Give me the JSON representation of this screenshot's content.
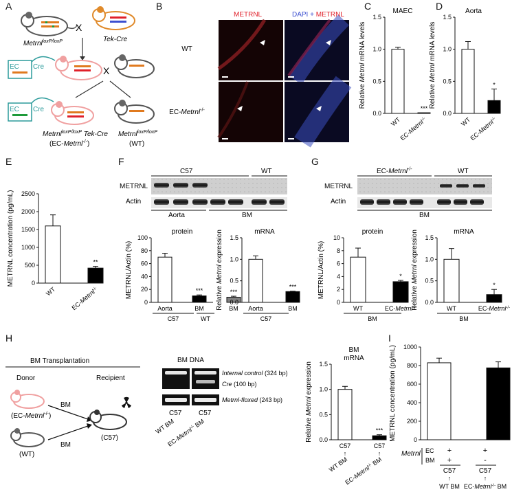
{
  "panel_letters": [
    "A",
    "B",
    "C",
    "D",
    "E",
    "F",
    "G",
    "H",
    "I"
  ],
  "panelA": {
    "mouse1": [
      "Metrnl",
      "loxP/loxP"
    ],
    "cross": "X",
    "mouse2": "Tek-Cre",
    "ec": "EC",
    "cre": "Cre",
    "cross2": "X",
    "label_left": [
      "Metrnl",
      "loxP/loxP",
      " Tek-Cre"
    ],
    "label_left2": [
      "(EC-",
      "Metrnl",
      "-/-",
      ")"
    ],
    "label_right": [
      "Metrnl",
      "loxP/loxP"
    ],
    "label_right2": "(WT)"
  },
  "panelB": {
    "col1": "METRNL",
    "col2_a": "DAPI + ",
    "col2_b": "METRNL",
    "row1": "WT",
    "row2": [
      "EC-",
      "Metrnl",
      "-/-"
    ]
  },
  "chart_data": [
    {
      "panel": "C",
      "type": "bar",
      "title": "MAEC",
      "ylabel": [
        "Relative ",
        "Metrnl",
        " mRNA levels"
      ],
      "categories": [
        "WT",
        "EC-Metrnl-/-"
      ],
      "values": [
        1.0,
        0.01
      ],
      "errors": [
        0.03,
        0.0
      ],
      "sig": [
        "",
        "***"
      ],
      "ylim": [
        0,
        1.5
      ],
      "yticks": [
        "0.0",
        "0.5",
        "1.0",
        "1.5"
      ],
      "fills": [
        "#ffffff",
        "#000000"
      ]
    },
    {
      "panel": "D",
      "type": "bar",
      "title": "Aorta",
      "ylabel": [
        "Relative ",
        "Metrnl",
        " mRNA levels"
      ],
      "categories": [
        "WT",
        "EC-Metrnl-/-"
      ],
      "values": [
        1.0,
        0.2
      ],
      "errors": [
        0.12,
        0.18
      ],
      "sig": [
        "",
        "*"
      ],
      "ylim": [
        0,
        1.5
      ],
      "yticks": [
        "0.0",
        "0.5",
        "1.0",
        "1.5"
      ],
      "fills": [
        "#ffffff",
        "#000000"
      ]
    },
    {
      "panel": "E",
      "type": "bar",
      "title": "",
      "ylabel": [
        "METRNL concentration (pg/mL)"
      ],
      "categories": [
        "WT",
        "EC-Metrnl-/-"
      ],
      "values": [
        1600,
        420
      ],
      "errors": [
        310,
        50
      ],
      "sig": [
        "",
        "**"
      ],
      "ylim": [
        0,
        2500
      ],
      "yticks": [
        "0",
        "500",
        "1000",
        "1500",
        "2000",
        "2500"
      ],
      "fills": [
        "#ffffff",
        "#000000"
      ]
    },
    {
      "panel": "F1",
      "type": "bar",
      "title": "protein",
      "ylabel": [
        "METRNL/Actin (%)"
      ],
      "categories": [
        "Aorta",
        "BM",
        "BM"
      ],
      "values": [
        70,
        10,
        8
      ],
      "errors": [
        6,
        1.5,
        1.5
      ],
      "sig": [
        "",
        "***",
        "***"
      ],
      "ylim": [
        0,
        100
      ],
      "yticks": [
        "0",
        "20",
        "40",
        "60",
        "80",
        "100"
      ],
      "fills": [
        "#ffffff",
        "#000000",
        "#808080"
      ]
    },
    {
      "panel": "F2",
      "type": "bar",
      "title": "mRNA",
      "ylabel": [
        "Relative ",
        "Metrnl",
        " expression"
      ],
      "categories": [
        "Aorta",
        "BM"
      ],
      "values": [
        1.0,
        0.25
      ],
      "errors": [
        0.08,
        0.01
      ],
      "sig": [
        "",
        "***"
      ],
      "ylim": [
        0,
        1.5
      ],
      "yticks": [
        "0.0",
        "0.5",
        "1.0",
        "1.5"
      ],
      "fills": [
        "#ffffff",
        "#000000"
      ]
    },
    {
      "panel": "G1",
      "type": "bar",
      "title": "protein",
      "ylabel": [
        "METRNL/Actin (%)"
      ],
      "categories": [
        "WT",
        "EC-Metrnl-/-"
      ],
      "values": [
        7.0,
        3.2
      ],
      "errors": [
        1.4,
        0.2
      ],
      "sig": [
        "",
        "*"
      ],
      "ylim": [
        0,
        10
      ],
      "yticks": [
        "0",
        "2",
        "4",
        "6",
        "8",
        "10"
      ],
      "fills": [
        "#ffffff",
        "#000000"
      ]
    },
    {
      "panel": "G2",
      "type": "bar",
      "title": "mRNA",
      "ylabel": [
        "Relative ",
        "Metrnl",
        " expression"
      ],
      "categories": [
        "WT",
        "EC-Metrnl-/-"
      ],
      "values": [
        1.0,
        0.18
      ],
      "errors": [
        0.25,
        0.12
      ],
      "sig": [
        "",
        "*"
      ],
      "ylim": [
        0,
        1.5
      ],
      "yticks": [
        "0.0",
        "0.5",
        "1.0",
        "1.5"
      ],
      "fills": [
        "#ffffff",
        "#000000"
      ]
    },
    {
      "panel": "H",
      "type": "bar",
      "title": "BM mRNA",
      "ylabel": [
        "Relative ",
        "Metrnl",
        " expression"
      ],
      "categories": [
        "C57",
        "C57"
      ],
      "values": [
        1.0,
        0.08
      ],
      "errors": [
        0.06,
        0.02
      ],
      "sig": [
        "",
        "***"
      ],
      "ylim": [
        0,
        1.5
      ],
      "yticks": [
        "0.0",
        "0.5",
        "1.0",
        "1.5"
      ],
      "fills": [
        "#ffffff",
        "#000000"
      ]
    },
    {
      "panel": "I",
      "type": "bar",
      "title": "",
      "ylabel": [
        "METRNL concentration (pg/mL)"
      ],
      "categories": [
        "C57",
        "C57"
      ],
      "values": [
        830,
        775
      ],
      "errors": [
        50,
        65
      ],
      "sig": [
        "",
        ""
      ],
      "ylim": [
        0,
        1000
      ],
      "yticks": [
        "0",
        "200",
        "400",
        "600",
        "800",
        "1000"
      ],
      "fills": [
        "#ffffff",
        "#000000"
      ]
    }
  ],
  "blotF": {
    "group1": "C57",
    "group2": "WT",
    "row1": "METRNL",
    "row2": "Actin",
    "tissue1": "Aorta",
    "tissue2": "BM",
    "sub_group": "C57",
    "sub_wt": "WT",
    "mrna_group": "C57"
  },
  "blotG": {
    "group1": [
      "EC-",
      "Metrnl",
      "-/-"
    ],
    "group2": "WT",
    "row1": "METRNL",
    "row2": "Actin",
    "tissue": "BM",
    "sub_group": "BM"
  },
  "panelH": {
    "title": "BM Transplantation",
    "donor": "Donor",
    "recipient": "Recipient",
    "bm1": "BM",
    "bm2": "BM",
    "donor1": [
      "(EC-",
      "Metrnl",
      "-/-",
      ")"
    ],
    "donor2": "(WT)",
    "recip": "(C57)",
    "gel_title": "BM DNA",
    "band1": "Internal control",
    "band1_size": " (324 bp)",
    "band2": "Cre",
    "band2_size": " (100 bp)",
    "band3": "Metrnl-floxed",
    "band3_size": " (243 bp)",
    "lane": "C57",
    "wtbm": "WT BM",
    "ecbm": [
      "EC-",
      "Metrnl",
      "-/-",
      " BM"
    ]
  },
  "panelI": {
    "gene": "Metrnl",
    "ec": "EC",
    "bm": "BM",
    "c1": [
      "+",
      "+"
    ],
    "c2": [
      "+",
      "-"
    ],
    "wtbm": "WT BM",
    "ecbm": [
      "EC-",
      "Metrnl",
      "-/-",
      " BM"
    ],
    "lane": "C57",
    "arrow": "↑"
  },
  "colors": {
    "red": "#e0202a",
    "blue": "#3b4fd0",
    "green": "#1e9a3a",
    "orange": "#e08a2a",
    "pink": "#f0a0a0",
    "teal": "#2a9a9a"
  }
}
